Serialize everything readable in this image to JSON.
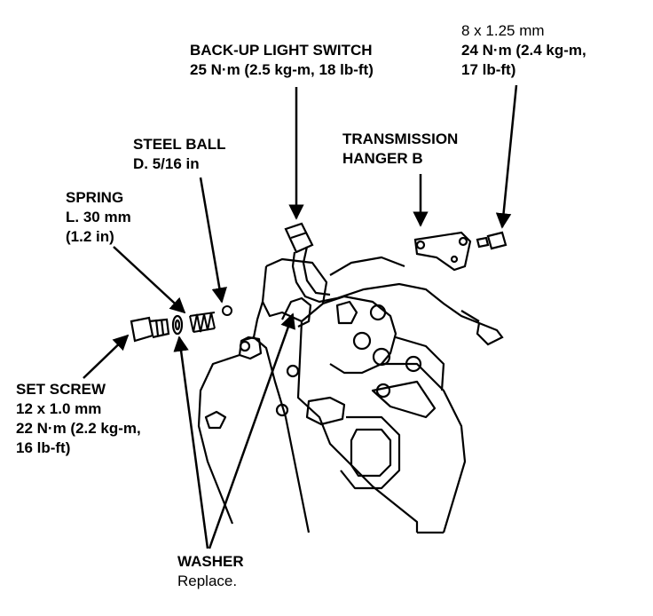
{
  "labels": {
    "backup_switch": {
      "title": "BACK-UP LIGHT SWITCH",
      "line1": "25 N·m (2.5 kg-m, 18 lb-ft)"
    },
    "bolt_spec": {
      "line1": "8 x 1.25 mm",
      "line2": "24 N·m (2.4 kg-m,",
      "line3": "17 lb-ft)"
    },
    "steel_ball": {
      "title": "STEEL BALL",
      "line1": "D. 5/16 in"
    },
    "hanger": {
      "line1": "TRANSMISSION",
      "line2": "HANGER B"
    },
    "spring": {
      "title": "SPRING",
      "line1": "L. 30 mm",
      "line2": "(1.2 in)"
    },
    "set_screw": {
      "title": "SET SCREW",
      "line1": "12 x 1.0 mm",
      "line2": "22 N·m (2.2 kg-m,",
      "line3": "16 lb-ft)"
    },
    "washer": {
      "title": "WASHER",
      "line1": "Replace."
    }
  }
}
